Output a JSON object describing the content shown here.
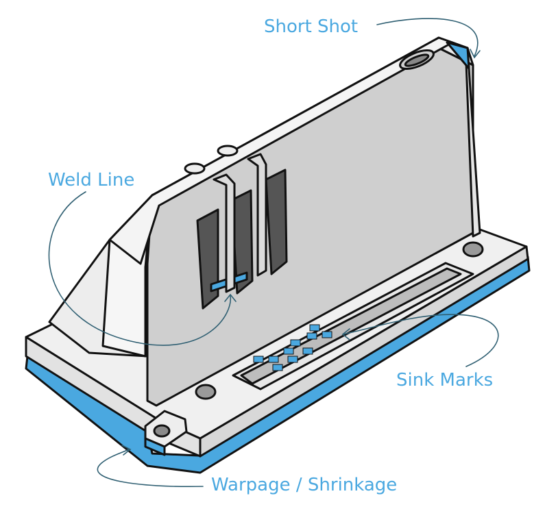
{
  "colors": {
    "accent": "#4aa8e0",
    "outline": "#111111",
    "face_light": "#f2f2f2",
    "face_mid": "#e4e4e4",
    "face_gray": "#cfcfcf",
    "face_dark": "#9a9a9a",
    "slot_dark": "#555555",
    "leader": "#2f5f72"
  },
  "labels": {
    "short_shot": "Short Shot",
    "weld_line": "Weld Line",
    "sink_marks": "Sink Marks",
    "warpage": "Warpage / Shrinkage"
  }
}
